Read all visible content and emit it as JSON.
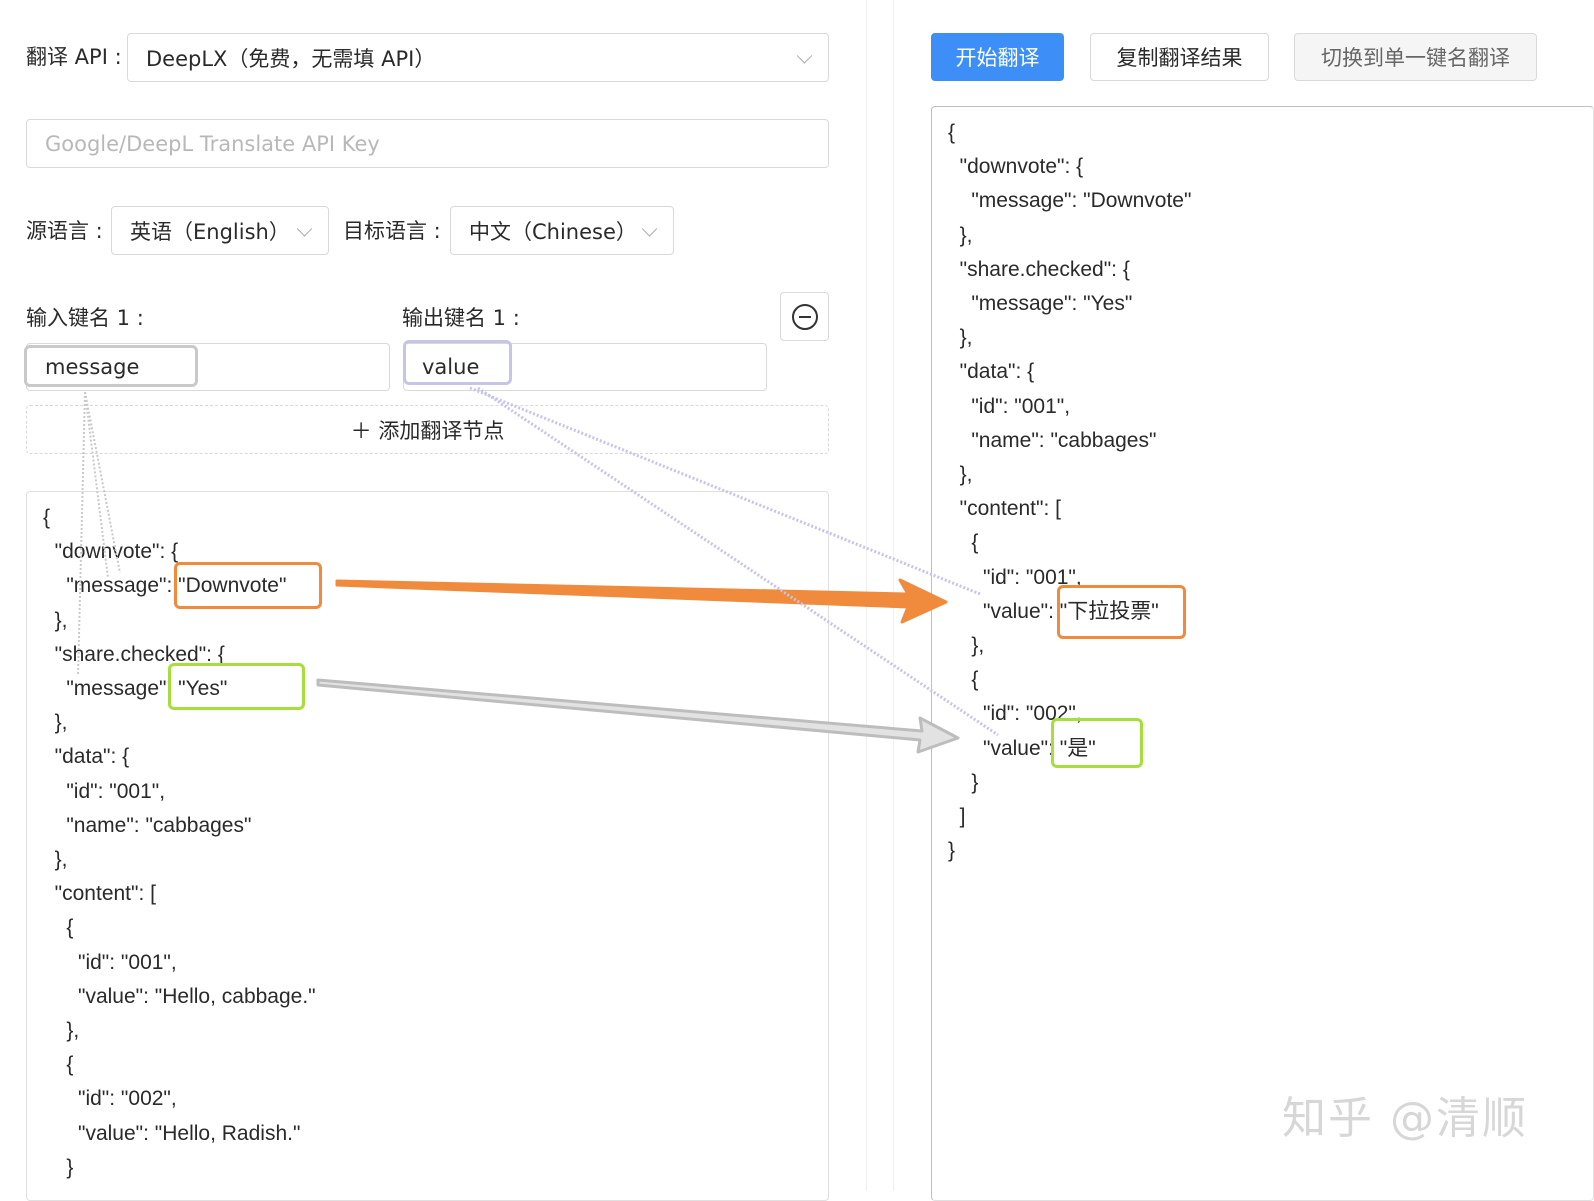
{
  "translate_api": {
    "label": "翻译 API :",
    "selected": "DeepLX（免费，无需填 API）"
  },
  "api_key_input": {
    "placeholder": "Google/DeepL Translate API Key",
    "value": ""
  },
  "languages": {
    "source_label": "源语言 :",
    "source_value": "英语（English）",
    "target_label": "目标语言 :",
    "target_value": "中文（Chinese）"
  },
  "key_mapping": {
    "input_label": "输入键名 1 :",
    "input_value": "message",
    "output_label": "输出键名 1 :",
    "output_value": "value",
    "add_node_label": "＋  添加翻译节点"
  },
  "toolbar": {
    "start_label": "开始翻译",
    "copy_label": "复制翻译结果",
    "switch_label": "切换到单一键名翻译"
  },
  "source_json_lines": [
    "{",
    "  \"downvote\": {",
    "    \"message\": \"Downvote\"",
    "  },",
    "  \"share.checked\": {",
    "    \"message\": \"Yes\"",
    "  },",
    "  \"data\": {",
    "    \"id\": \"001\",",
    "    \"name\": \"cabbages\"",
    "  },",
    "  \"content\": [",
    "    {",
    "      \"id\": \"001\",",
    "      \"value\": \"Hello, cabbage.\"",
    "    },",
    "    {",
    "      \"id\": \"002\",",
    "      \"value\": \"Hello, Radish.\"",
    "    }"
  ],
  "result_json_lines": [
    "{",
    "  \"downvote\": {",
    "    \"message\": \"Downvote\"",
    "  },",
    "  \"share.checked\": {",
    "    \"message\": \"Yes\"",
    "  },",
    "  \"data\": {",
    "    \"id\": \"001\",",
    "    \"name\": \"cabbages\"",
    "  },",
    "  \"content\": [",
    "    {",
    "      \"id\": \"001\",",
    "      \"value\": \"下拉投票\"",
    "    },",
    "    {",
    "      \"id\": \"002\",",
    "      \"value\": \"是\"",
    "    }",
    "  ]",
    "}"
  ],
  "annotation_colors": {
    "orange": "#f08a3c",
    "green": "#a6de3c",
    "purple": "#c7c4ea",
    "gray": "#c9c9c9",
    "primary": "#3e8ef7"
  },
  "watermark": "知乎 @清顺"
}
